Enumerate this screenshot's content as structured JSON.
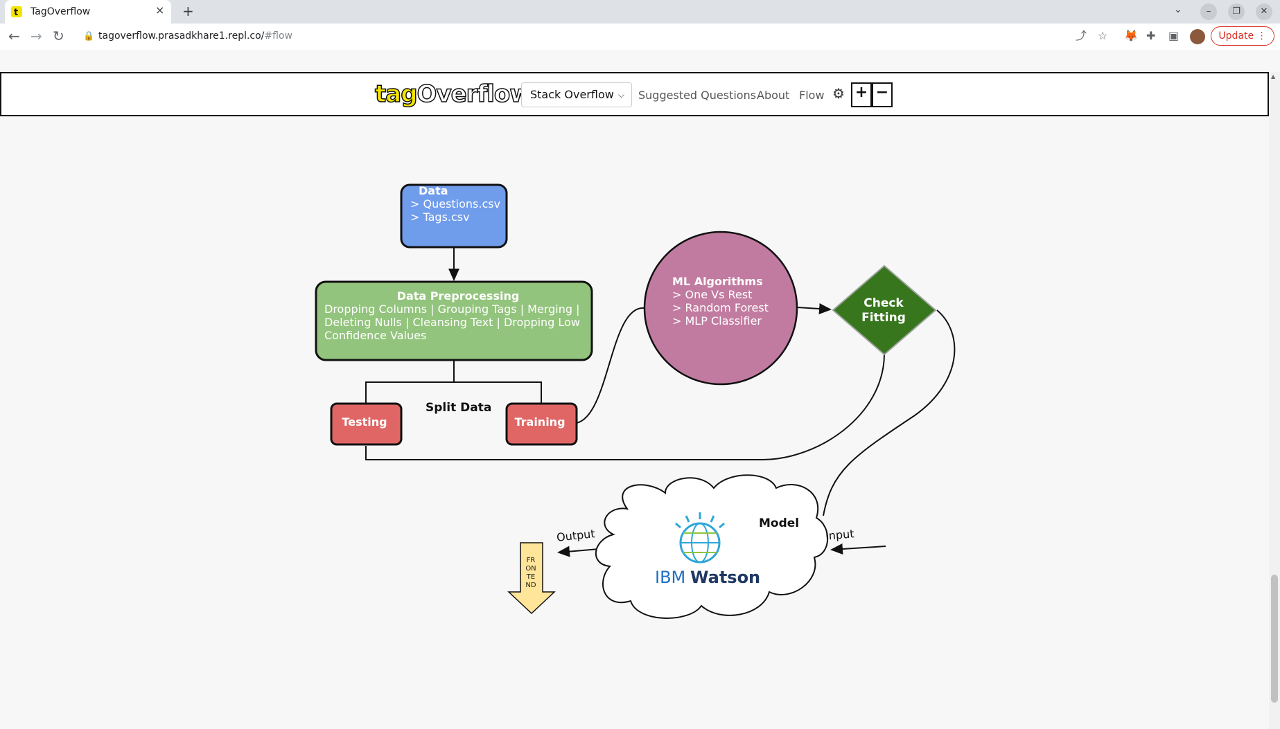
{
  "browser": {
    "tab_title": "TagOverflow",
    "tab_close": "×",
    "new_tab": "+",
    "url_host": "tagoverflow.prasadkhare1.repl.co/",
    "url_path": "#flow",
    "update_label": "Update",
    "update_menu": "⋮"
  },
  "navbar": {
    "logo_tag": "tag",
    "logo_overflow": "Overflow",
    "site_select": "Stack Overflow",
    "links": [
      "Suggested Questions",
      "About",
      "Flow"
    ],
    "zoom_in": "+",
    "zoom_out": "−"
  },
  "flow": {
    "data": {
      "title": "Data",
      "items": [
        "> Questions.csv",
        "> Tags.csv"
      ],
      "color": "#6f9ceb"
    },
    "preprocessing": {
      "title": "Data Preprocessing",
      "text": "Dropping Columns | Grouping Tags | Merging | Deleting Nulls | Cleansing Text | Dropping Low Confidence Values",
      "color": "#93c47d"
    },
    "split_label": "Split Data",
    "testing": "Testing",
    "training": "Training",
    "split_color": "#e06666",
    "ml": {
      "title": "ML Algorithms",
      "items": [
        "> One Vs Rest",
        "> Random Forest",
        "> MLP Classifier"
      ],
      "color": "#c27ba0"
    },
    "check": {
      "line1": "Check",
      "line2": "Fitting",
      "color": "#38761d"
    },
    "model_label": "Model",
    "model_logo_ibm": "IBM",
    "model_logo_watson": "Watson",
    "output_label": "Output",
    "input_label": "Input",
    "frontend_label": "FR ON TE ND",
    "frontend_color": "#ffe599"
  }
}
